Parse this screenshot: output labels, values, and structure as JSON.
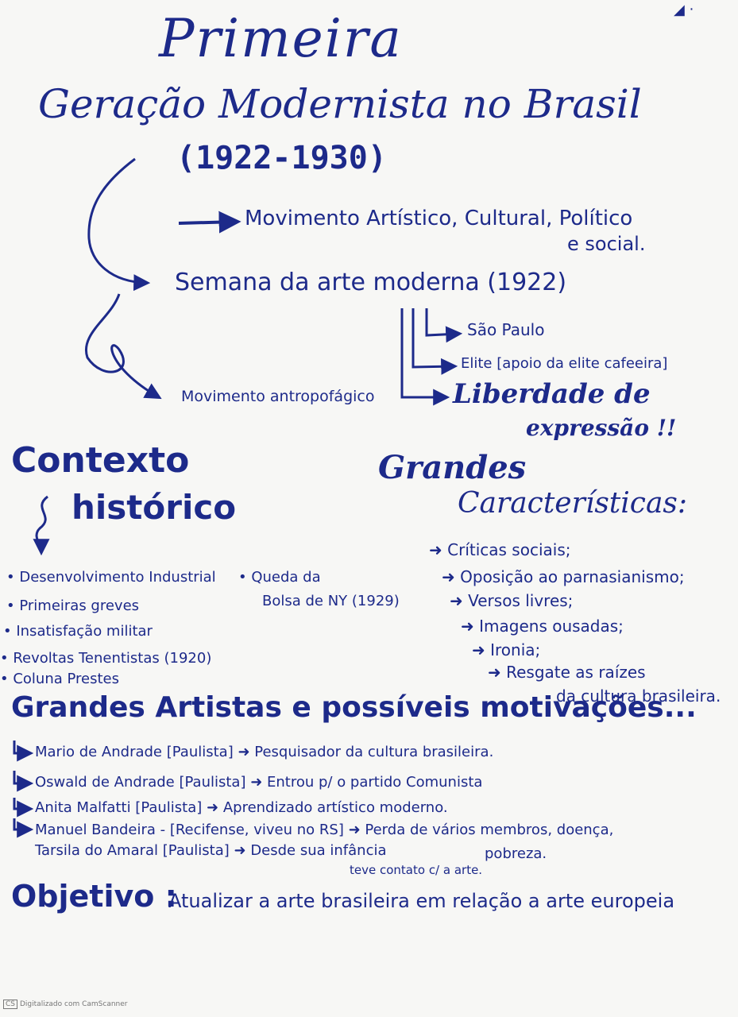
{
  "title": {
    "line1": "Primeira",
    "line2": "Geração Modernista no Brasil",
    "dates": "(1922-1930)"
  },
  "branches": {
    "movimento_a": "Movimento Artístico, Cultural, Político",
    "movimento_b": "e social.",
    "semana": "Semana da arte moderna (1922)",
    "sao_paulo": "São Paulo",
    "elite": "Elite [apoio da elite cafeeira]",
    "liberdade_1": "Liberdade de",
    "liberdade_2": "expressão !!",
    "antropofagico": "Movimento antropofágico"
  },
  "contexto": {
    "title_1": "Contexto",
    "title_2": "histórico",
    "items": [
      "Desenvolvimento Industrial",
      "Queda da",
      "Bolsa de NY (1929)",
      "Primeiras greves",
      "Insatisfação militar",
      "Revoltas Tenentistas (1920)",
      "Coluna Prestes"
    ]
  },
  "caracteristicas": {
    "title_1": "Grandes",
    "title_2": "Características:",
    "items": [
      "Críticas sociais;",
      "Oposição ao parnasianismo;",
      "Versos livres;",
      "Imagens ousadas;",
      "Ironia;",
      "Resgate as raízes",
      "da cultura brasileira."
    ]
  },
  "artistas": {
    "title": "Grandes Artistas e possíveis motivações...",
    "items": [
      {
        "name": "Mario de Andrade [Paulista]",
        "motive": "Pesquisador da cultura brasileira."
      },
      {
        "name": "Oswald de Andrade [Paulista]",
        "motive": "Entrou p/ o partido Comunista"
      },
      {
        "name": "Anita Malfatti [Paulista]",
        "motive": "Aprendizado artístico moderno."
      },
      {
        "name": "Manuel Bandeira - [Recifense, viveu no RS]",
        "motive": "Perda de vários membros, doença,"
      },
      {
        "name": "Tarsila do Amaral [Paulista]",
        "motive": "Desde sua infância"
      }
    ],
    "bandeira_extra": "pobreza.",
    "tarsila_extra": "teve contato c/ a arte."
  },
  "objetivo": {
    "label": "Objetivo :",
    "text": "Atualizar a arte brasileira em relação a arte europeia"
  },
  "footer": {
    "badge": "CS",
    "text": "Digitalizado com CamScanner"
  }
}
